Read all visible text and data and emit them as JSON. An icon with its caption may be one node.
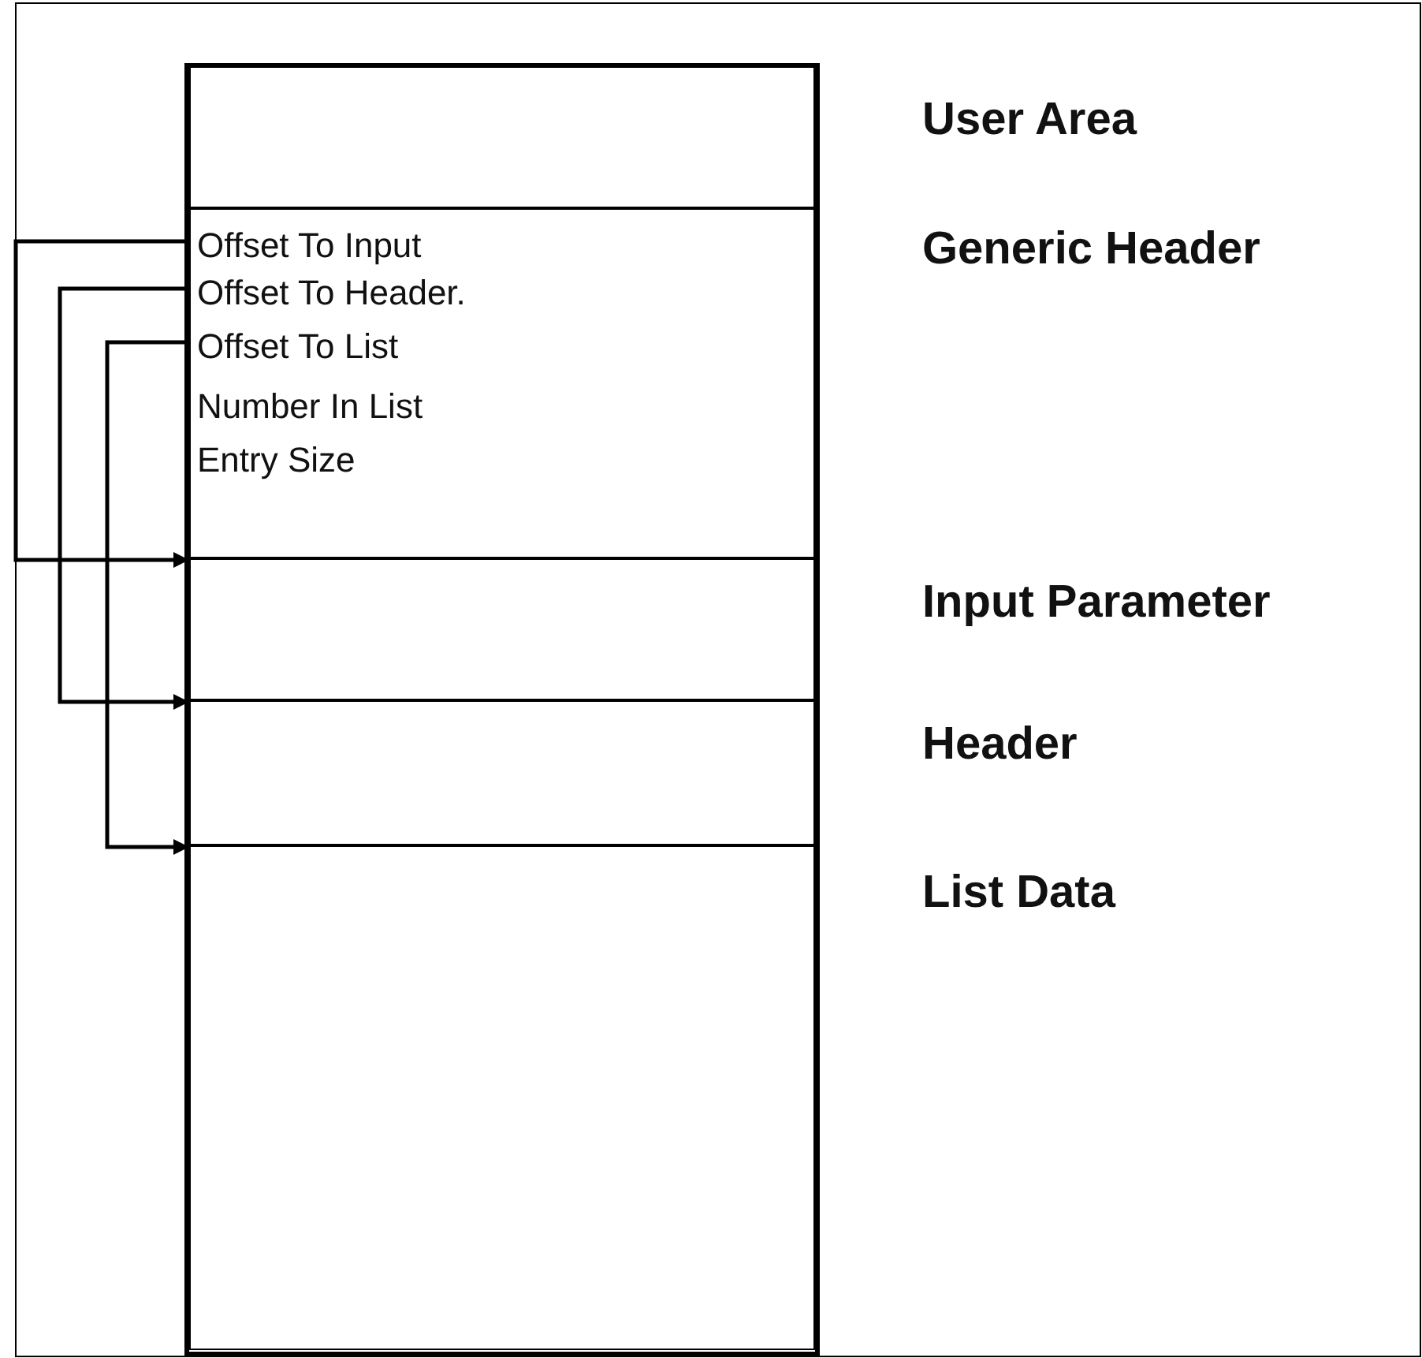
{
  "diagram": {
    "nodes": [
      {
        "text": [],
        "shape": "box"
      },
      {
        "text": [],
        "shape": "box",
        "in": 0,
        "beside": [
          "User Area"
        ]
      },
      {
        "text": [],
        "shape": "box",
        "in": 0,
        "beside": [
          "Generic Header"
        ]
      },
      {
        "text": [
          "Offset To Input"
        ],
        "in": 2
      },
      {
        "text": [
          "Offset To Header."
        ],
        "in": 2
      },
      {
        "text": [
          "Offset To List"
        ],
        "in": 2
      },
      {
        "text": [
          "Number In List"
        ],
        "in": 2
      },
      {
        "text": [
          "Entry Size"
        ],
        "in": 2
      },
      {
        "text": [],
        "shape": "box",
        "in": 0,
        "beside": [
          "Input Parameter"
        ]
      },
      {
        "text": [],
        "shape": "box",
        "in": 0,
        "beside": [
          "Header"
        ]
      },
      {
        "text": [],
        "shape": "box",
        "in": 0,
        "beside": [
          "List Data"
        ]
      }
    ],
    "edges": [
      {
        "from": 3,
        "to": 8,
        "arrow": "to"
      },
      {
        "from": 4,
        "to": 9,
        "arrow": "to"
      },
      {
        "from": 5,
        "to": 10,
        "arrow": "to"
      }
    ]
  }
}
